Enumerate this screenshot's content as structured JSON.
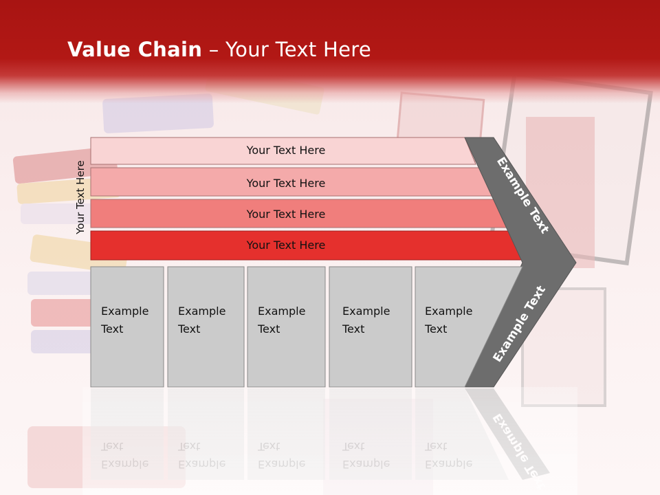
{
  "title": {
    "bold": "Value Chain",
    "rest": " – Your Text Here"
  },
  "side_label": "Your Text Here",
  "support_rows": [
    {
      "label": "Your Text Here",
      "color": "#f9d4d4"
    },
    {
      "label": "Your Text Here",
      "color": "#f4aaaa"
    },
    {
      "label": "Your Text Here",
      "color": "#f07e7c"
    },
    {
      "label": "Your Text Here",
      "color": "#e5302d"
    }
  ],
  "primary_boxes": [
    {
      "line1": "Example",
      "line2": "Text"
    },
    {
      "line1": "Example",
      "line2": "Text"
    },
    {
      "line1": "Example",
      "line2": "Text"
    },
    {
      "line1": "Example",
      "line2": "Text"
    },
    {
      "line1": "Example",
      "line2": "Text"
    }
  ],
  "arrow_top_label": "Example Text",
  "arrow_bottom_label": "Example Text",
  "colors": {
    "header": "#b01815",
    "box": "#cbcbcb",
    "arrow": "#6d6d6d"
  }
}
